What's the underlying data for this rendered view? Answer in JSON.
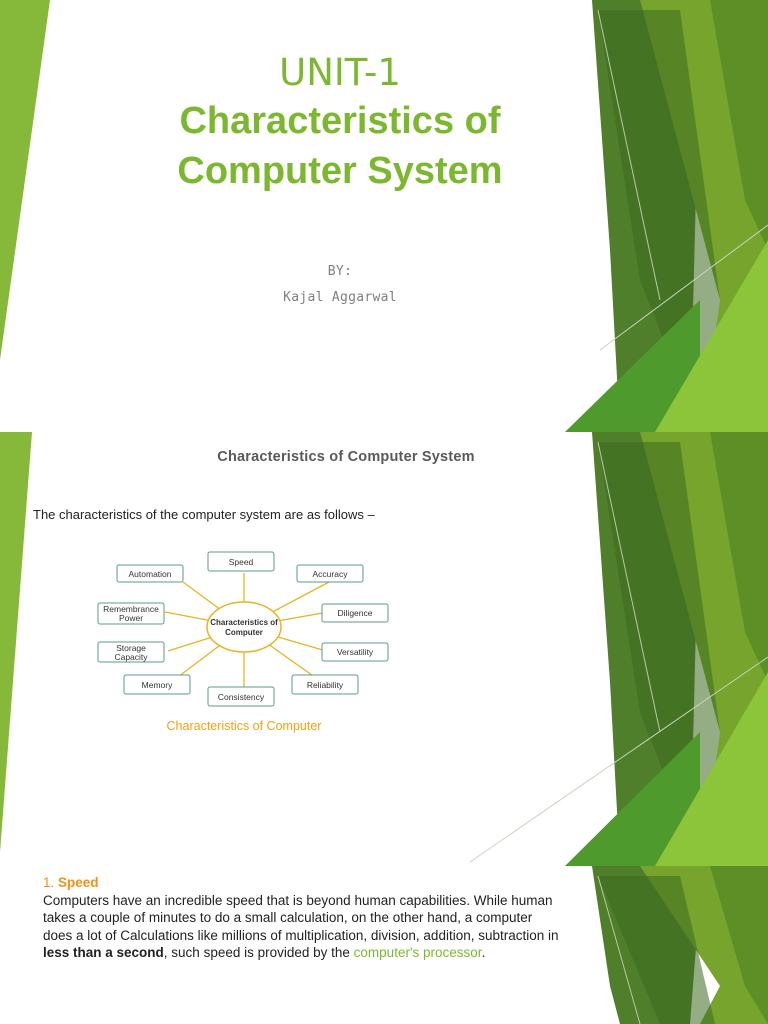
{
  "slide1": {
    "unit": "UNIT-1",
    "title_line1": "Characteristics of",
    "title_line2": "Computer System",
    "by_label": "BY:",
    "author": "Kajal Aggarwal"
  },
  "slide2": {
    "title": "Characteristics of Computer System",
    "intro": "The characteristics of the computer system are as follows –",
    "diagram": {
      "center_line1": "Characteristics of",
      "center_line2": "Computer",
      "nodes": {
        "speed": "Speed",
        "accuracy": "Accuracy",
        "diligence": "Diligence",
        "versatility": "Versatility",
        "reliability": "Reliability",
        "consistency": "Consistency",
        "memory": "Memory",
        "storage_line1": "Storage",
        "storage_line2": "Capacity",
        "remembrance_line1": "Remembrance",
        "remembrance_line2": "Power",
        "automation": "Automation"
      },
      "caption": "Characteristics of Computer"
    }
  },
  "slide3": {
    "number": "1.",
    "heading": "Speed",
    "text_1": "Computers have an incredible speed that is beyond human capabilities. While human takes a couple of minutes to do a small calculation, on the other hand, a computer does a lot of Calculations like millions of multiplication, division, addition, subtraction in ",
    "bold": "less than a second",
    "text_2": ", such speed is provided by the ",
    "link": "computer's processor",
    "text_3": "."
  },
  "colors": {
    "accent_green": "#7cb82f",
    "dark_green": "#3d6b22",
    "orange": "#f29111",
    "node_border": "#5b9a8b"
  }
}
